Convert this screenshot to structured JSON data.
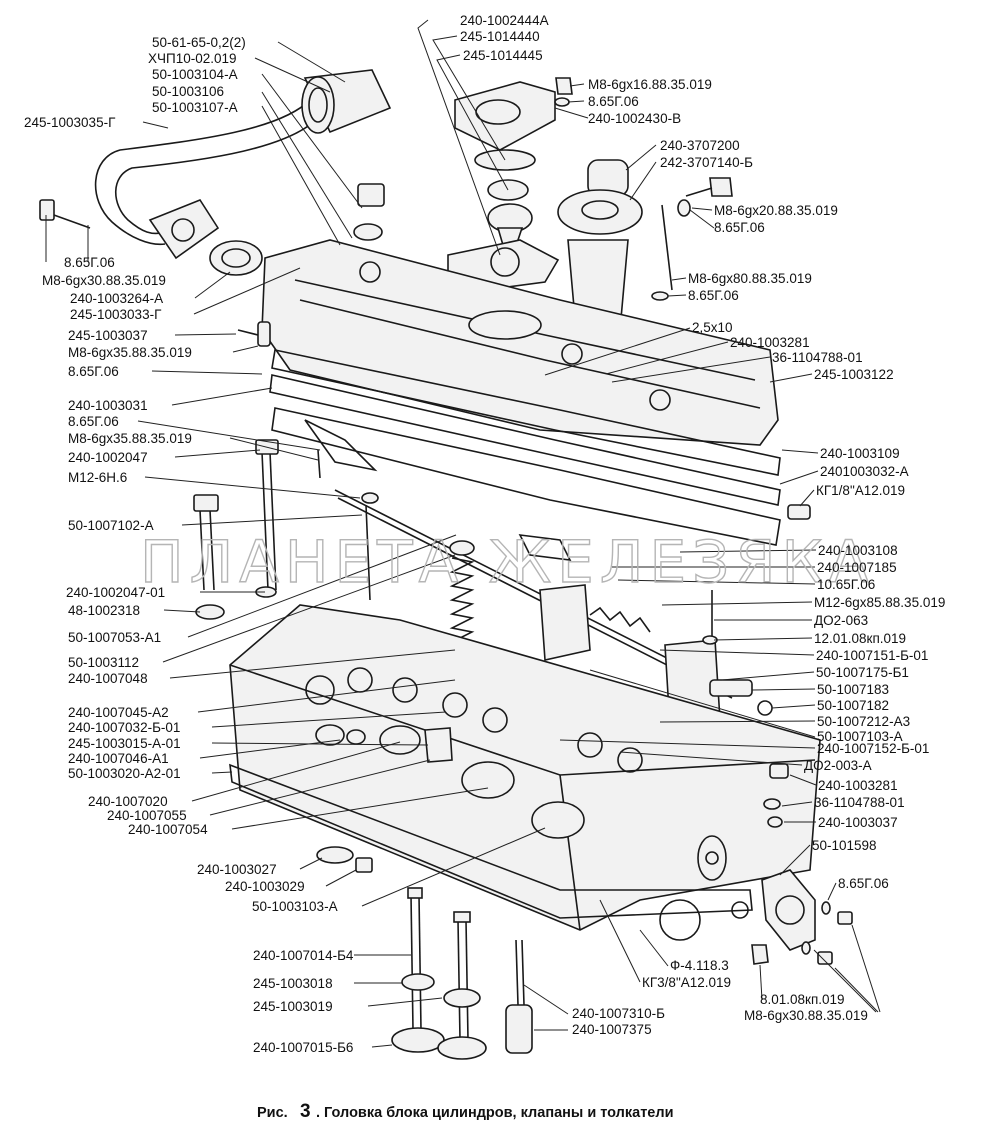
{
  "labels": {
    "l_50_61_65": "50-61-65-0,2(2)",
    "l_xchp10": "ХЧП10-02.019",
    "l_50_1003104": "50-1003104-А",
    "l_50_1003106": "50-1003106",
    "l_50_1003107": "50-1003107-А",
    "l_245_1003035": "245-1003035-Г",
    "l_865_a": "8.65Г.06",
    "l_m8_30_a": "М8-6gх30.88.35.019",
    "l_240_1003264": "240-1003264-А",
    "l_245_1003033": "245-1003033-Г",
    "l_245_1003037": "245-1003037",
    "l_m8_35_a": "М8-6gх35.88.35.019",
    "l_865_b": "8.65Г.06",
    "l_240_1003031": "240-1003031",
    "l_865_c": "8.65Г.06",
    "l_m8_35_b": "М8-6gх35.88.35.019",
    "l_240_1002047": "240-1002047",
    "l_m12_6h6": "М12-6Н.6",
    "l_50_1007102": "50-1007102-А",
    "l_240_1002047_01": "240-1002047-01",
    "l_48_1002318": "48-1002318",
    "l_50_1007053": "50-1007053-А1",
    "l_50_1003112": "50-1003112",
    "l_240_1007048": "240-1007048",
    "l_240_1007045": "240-1007045-А2",
    "l_240_1007032": "240-1007032-Б-01",
    "l_245_1003015": "245-1003015-А-01",
    "l_240_1007046": "240-1007046-А1",
    "l_50_1003020": "50-1003020-А2-01",
    "l_240_1007020": "240-1007020",
    "l_240_1007055": "240-1007055",
    "l_240_1007054": "240-1007054",
    "l_240_1003027": "240-1003027",
    "l_240_1003029": "240-1003029",
    "l_50_1003103": "50-1003103-А",
    "l_240_1007014": "240-1007014-Б4",
    "l_245_1003018": "245-1003018",
    "l_245_1003019": "245-1003019",
    "l_240_1007015": "240-1007015-Б6",
    "l_240_1002444": "240-1002444А",
    "l_245_1014440": "245-1014440",
    "l_245_1014445": "245-1014445",
    "l_m8_16": "М8-6gх16.88.35.019",
    "l_865_d": "8.65Г.06",
    "l_240_1002430": "240-1002430-В",
    "l_240_3707200": "240-3707200",
    "l_242_3707140": "242-3707140-Б",
    "l_m8_20": "М8-6gх20.88.35.019",
    "l_865_e": "8.65Г.06",
    "l_m8_80": "М8-6gх80.88.35.019",
    "l_865_f": "8.65Г.06",
    "l_25x10": "2,5х10",
    "l_240_1003281_a": "240-1003281",
    "l_36_1104788_a": "36-1104788-01",
    "l_245_1003122": "245-1003122",
    "l_240_1003109": "240-1003109",
    "l_2401003032": "2401003032-А",
    "l_kg18": "КГ1/8\"А12.019",
    "l_240_1003108": "240-1003108",
    "l_240_1007185": "240-1007185",
    "l_1065": "10.65Г.06",
    "l_m12_85": "М12-6gх85.88.35.019",
    "l_do2_063": "ДО2-063",
    "l_12_01_08": "12.01.08кп.019",
    "l_240_1007151": "240-1007151-Б-01",
    "l_50_1007175": "50-1007175-Б1",
    "l_50_1007183": "50-1007183",
    "l_50_1007182": "50-1007182",
    "l_50_1007212": "50-1007212-А3",
    "l_50_1007103": "50-1007103-А",
    "l_240_1007152": "240-1007152-Б-01",
    "l_do2_003": "ДО2-003-А",
    "l_240_1003281_b": "240-1003281",
    "l_36_1104788_b": "36-1104788-01",
    "l_240_1003037": "240-1003037",
    "l_50_101598": "50-101598",
    "l_865_g": "8.65Г.06",
    "l_f4118": "Ф-4.118.3",
    "l_kg38": "КГ3/8\"А12.019",
    "l_8_01_08": "8.01.08кп.019",
    "l_m8_30_b": "М8-6gх30.88.35.019",
    "l_240_1007310": "240-1007310-Б",
    "l_240_1007375": "240-1007375"
  },
  "watermark": "ПЛАНЕТА ЖЕЛЕЗЯКА",
  "caption": {
    "prefix": "Рис.",
    "number": "3",
    "title": ". Головка блока цилиндров, клапаны и толкатели"
  }
}
